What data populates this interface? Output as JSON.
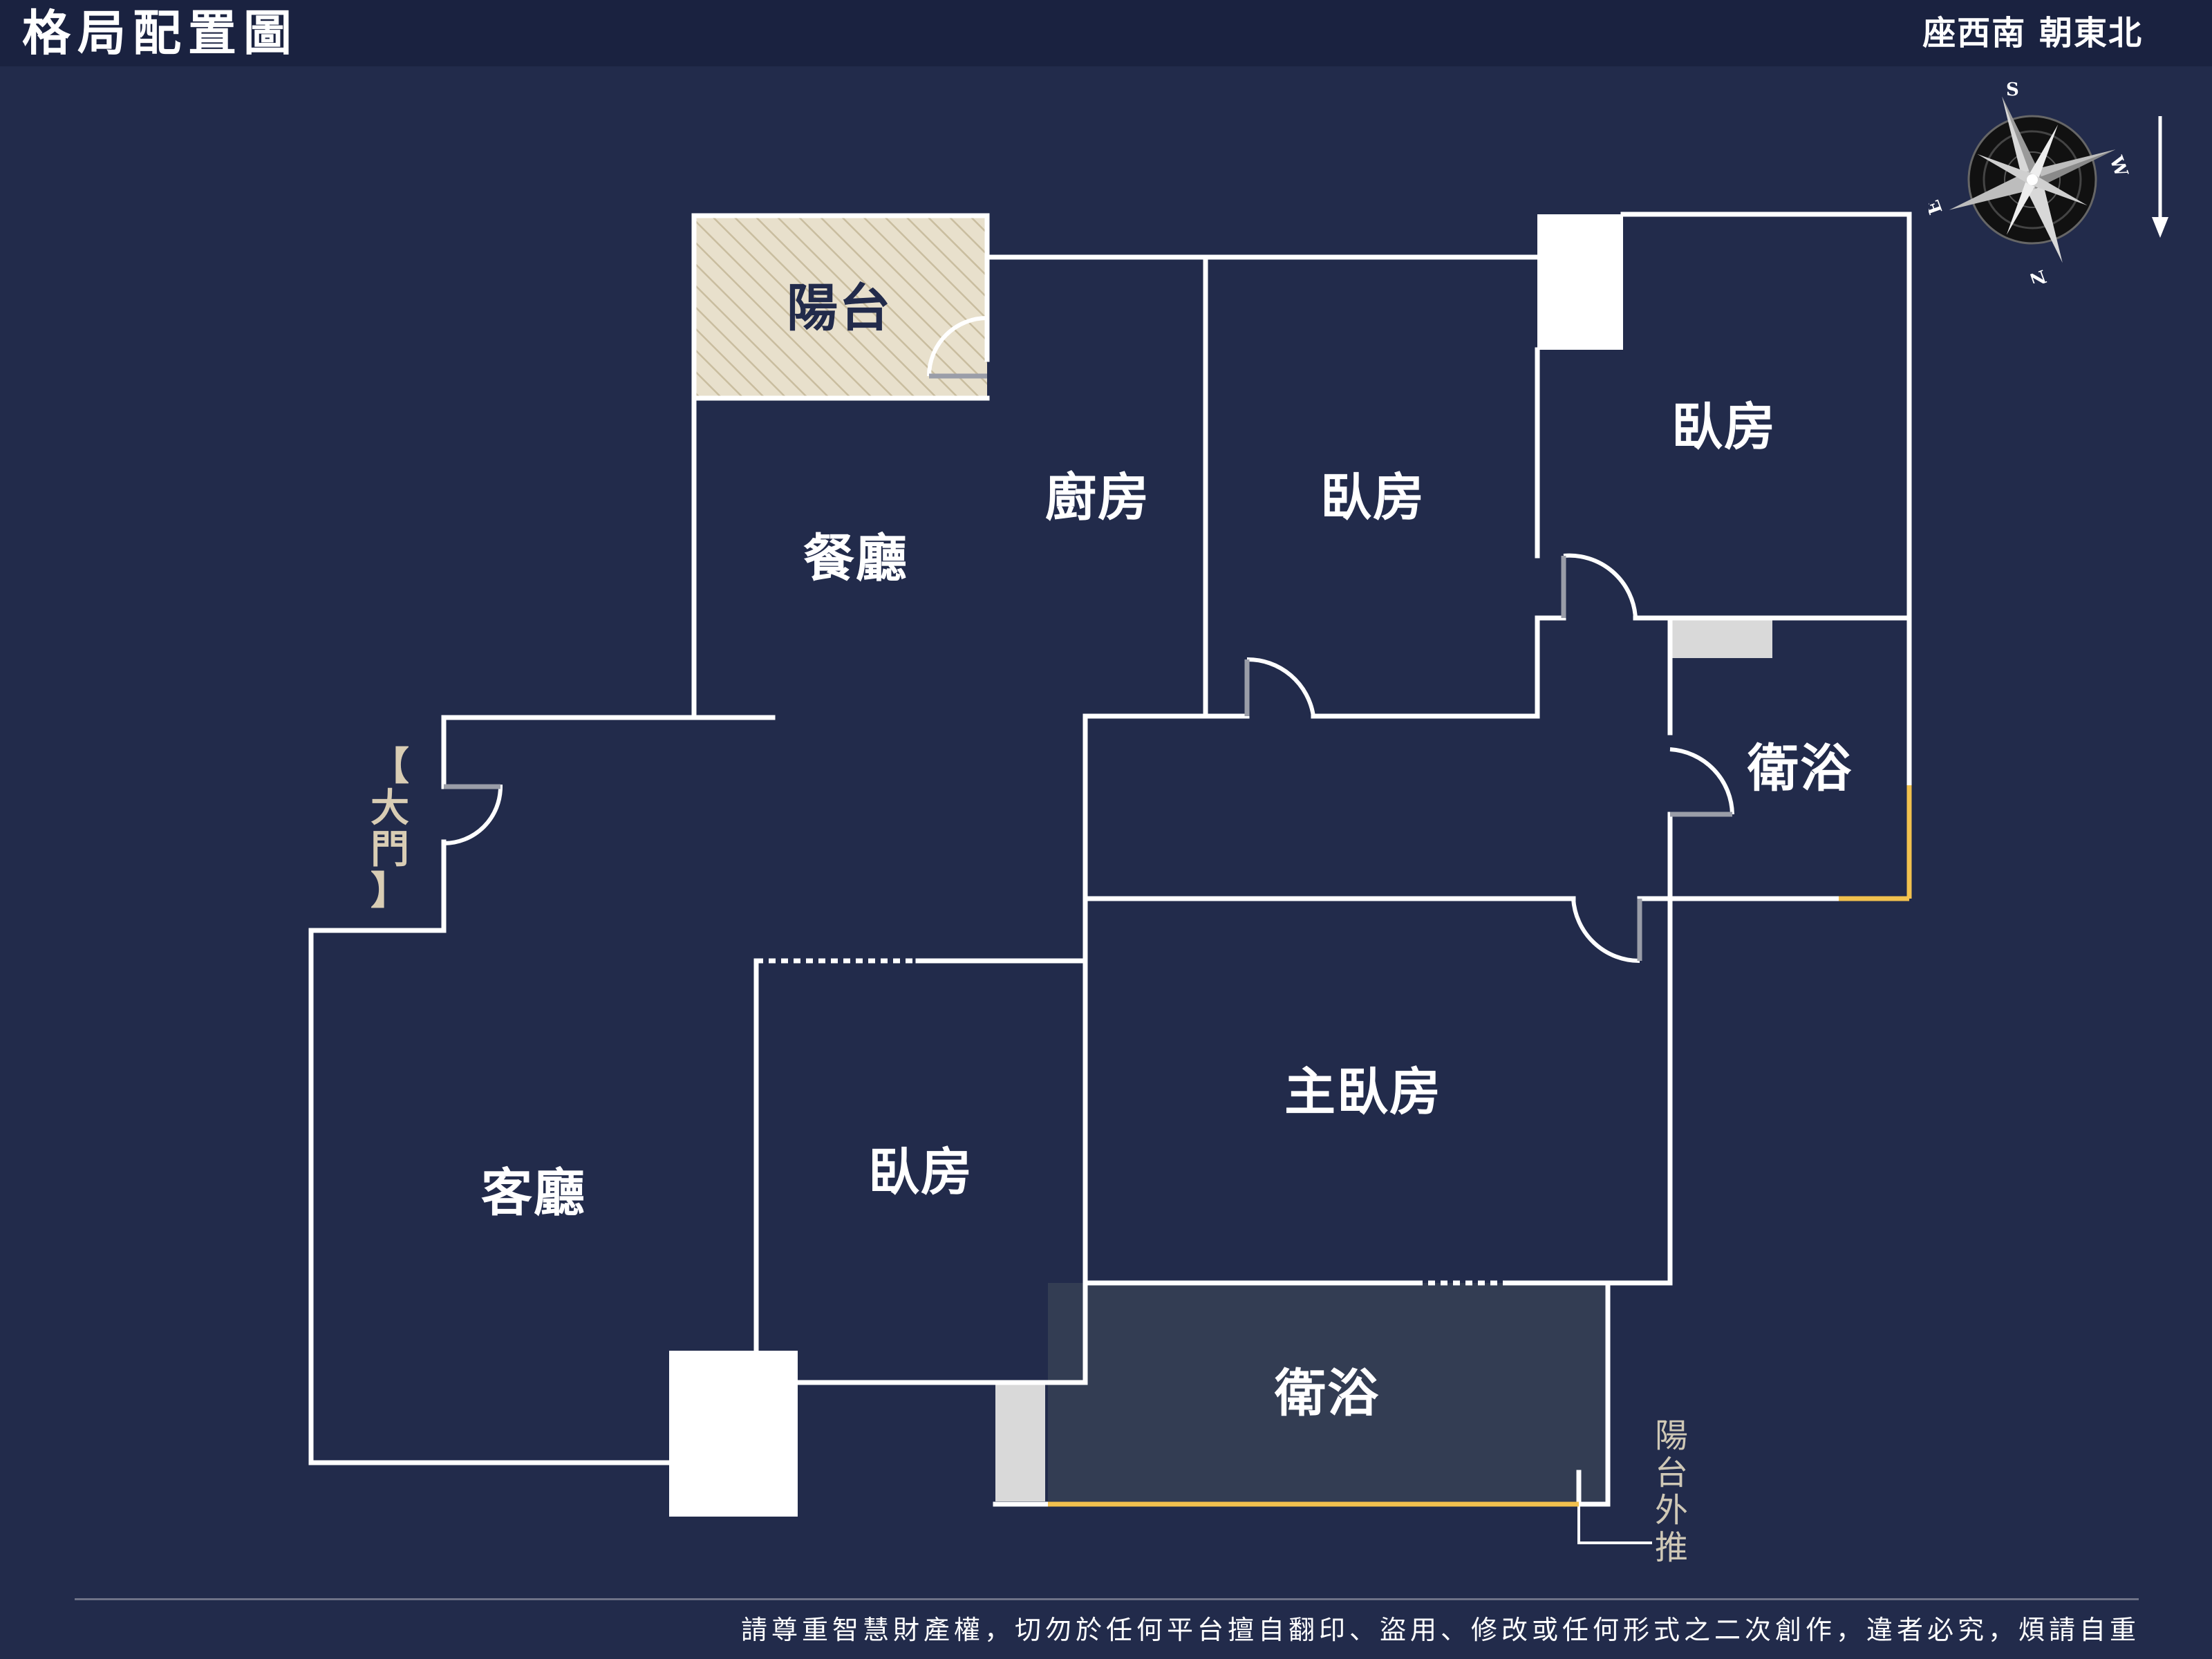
{
  "header": {
    "title": "格局配置圖",
    "orientation": "座西南 朝東北"
  },
  "compass": {
    "directions": [
      "S",
      "W",
      "N",
      "E"
    ]
  },
  "rooms": {
    "balcony_top": "陽台",
    "dining": "餐廳",
    "kitchen": "廚房",
    "bedroom_1": "臥房",
    "bedroom_2": "臥房",
    "bathroom_1": "衛浴",
    "living": "客廳",
    "bedroom_3": "臥房",
    "master_bedroom": "主臥房",
    "bathroom_2": "衛浴"
  },
  "labels": {
    "main_door": "【大門】",
    "balcony_push_out": "陽台外推"
  },
  "footer": {
    "notice": "請尊重智慧財產權，切勿於任何平台擅自翻印、盜用、修改或任何形式之二次創作，違者必究，煩請自重"
  },
  "colors": {
    "background": "#222b4b",
    "header_bar": "#1a2240",
    "wall": "#ffffff",
    "balcony_fill": "#e8e0cc",
    "bathroom_fill": "#333d53",
    "highlight_edge": "#f2c14e"
  }
}
